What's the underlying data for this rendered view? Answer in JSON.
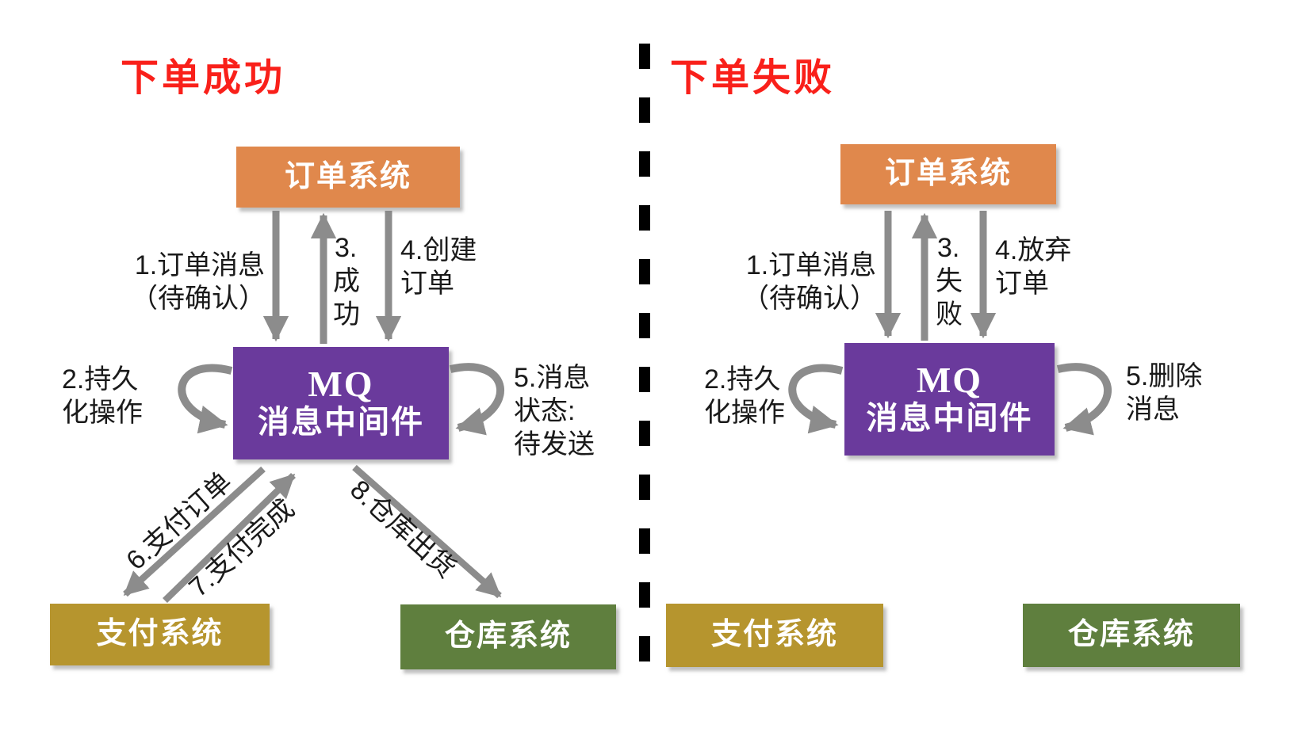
{
  "diagram": {
    "left": {
      "title": "下单成功",
      "nodes": {
        "order": "订单系统",
        "mq_line1": "MQ",
        "mq_line2": "消息中间件",
        "payment": "支付系统",
        "warehouse": "仓库系统"
      },
      "labels": {
        "step1_line1": "1.订单消息",
        "step1_line2": "（待确认）",
        "step2_line1": "2.持久",
        "step2_line2": "化操作",
        "step3_char0": "3.",
        "step3_char1": "成",
        "step3_char2": "功",
        "step4_line1": "4.创建",
        "step4_line2": "订单",
        "step5_line1": "5.消息",
        "step5_line2": "状态:",
        "step5_line3": "待发送",
        "step6": "6.支付订单",
        "step7": "7.支付完成",
        "step8": "8.仓库出货"
      }
    },
    "right": {
      "title": "下单失败",
      "nodes": {
        "order": "订单系统",
        "mq_line1": "MQ",
        "mq_line2": "消息中间件",
        "payment": "支付系统",
        "warehouse": "仓库系统"
      },
      "labels": {
        "step1_line1": "1.订单消息",
        "step1_line2": "（待确认）",
        "step2_line1": "2.持久",
        "step2_line2": "化操作",
        "step3_char0": "3.",
        "step3_char1": "失",
        "step3_char2": "败",
        "step4_line1": "4.放弃",
        "step4_line2": "订单",
        "step5_line1": "5.删除",
        "step5_line2": "消息"
      }
    },
    "colors": {
      "title_red": "#f9201a",
      "order_orange": "#e0884c",
      "mq_purple": "#6a3a9c",
      "payment_gold": "#b6952e",
      "warehouse_green": "#5f7f3e",
      "arrow_gray": "#8c8c8c",
      "divider_black": "#000000",
      "label_text": "#1a1a1a"
    }
  }
}
